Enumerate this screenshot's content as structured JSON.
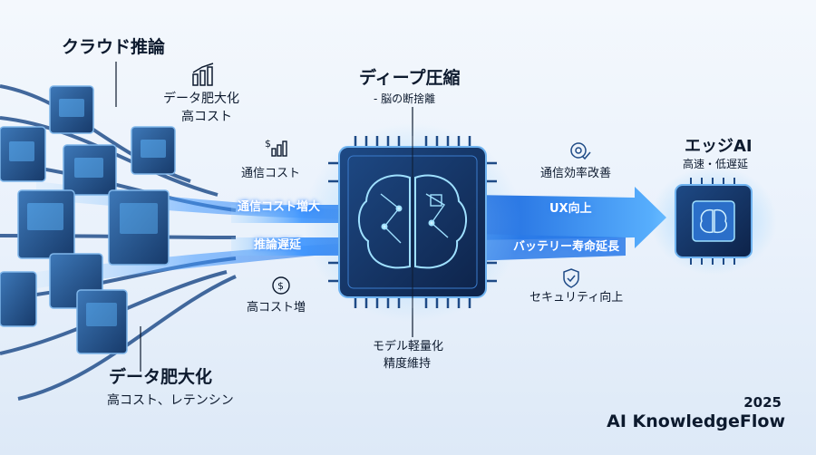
{
  "cloud": {
    "title": "クラウド推論",
    "note1_line1": "データ肥大化",
    "note1_line2": "高コスト",
    "note_comm": "通信コスト",
    "note_cost": "高コスト増",
    "bottom_title": "データ肥大化",
    "bottom_sub": "高コスト、レテンシン"
  },
  "arrows": {
    "comm_increase": "通信コスト増大",
    "inference_delay": "推論遅延",
    "ux": "UX向上",
    "battery": "バッテリー寿命延長"
  },
  "deep": {
    "title": "ディープ圧縮",
    "subtitle": "- 脳の断捨離",
    "bottom_line1": "モデル軽量化",
    "bottom_line2": "精度維持"
  },
  "edge": {
    "title": "エッジAI",
    "subtitle": "高速・低遅延",
    "comm_eff": "通信効率改善",
    "security": "セキュリティ向上"
  },
  "footer": {
    "year": "2025",
    "brand": "AI KnowledgeFlow"
  },
  "colors": {
    "accent": "#1e6fe0",
    "glow": "#5fb8ff",
    "dark_chip": "#13305e",
    "server": "#2b5a93"
  },
  "icons": [
    "chart-up-icon",
    "dollar-chart-icon",
    "dollar-cycle-icon",
    "gear-check-icon",
    "shield-check-icon",
    "brain-icon"
  ]
}
